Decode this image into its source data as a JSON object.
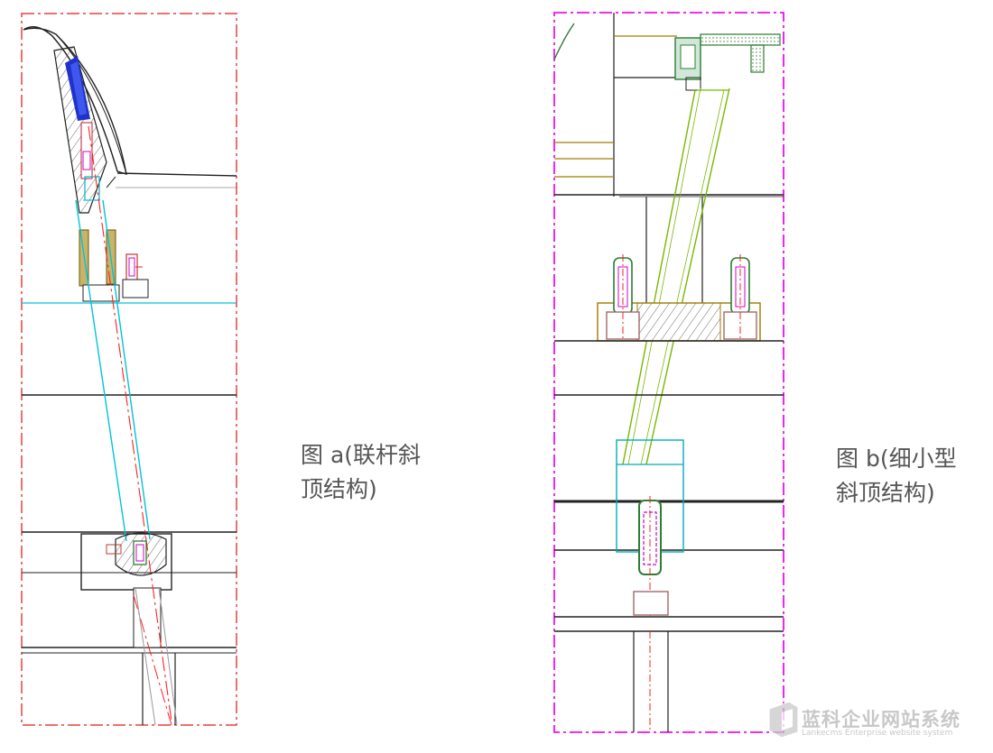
{
  "figures": {
    "a": {
      "caption": "图 a(联杆斜\n顶结构)",
      "frame_color": "#e8413e",
      "lifter_color": "#00c4d8",
      "centerline_color": "#ff2020"
    },
    "b": {
      "caption": "图 b(细小型\n斜顶结构)",
      "frame_color": "#ee10ee",
      "lifter_color": "#78b800",
      "guide_color": "#00aeb8"
    }
  },
  "watermark": {
    "title": "蓝科企业网站系统",
    "subtitle": "Lankecms Enterprise website system"
  }
}
